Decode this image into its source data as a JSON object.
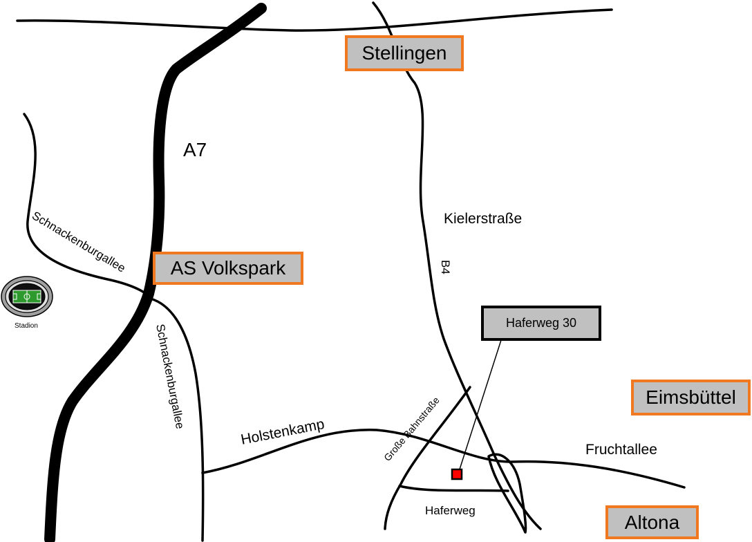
{
  "colors": {
    "district_border": "#f07820",
    "district_fill": "#c0c0c0",
    "callout_border": "#000000",
    "marker_fill": "#ff0000",
    "road": "#000000",
    "stadium_field": "#2e9a2e"
  },
  "districts": {
    "stellingen": "Stellingen",
    "as_volkspark": "AS Volkspark",
    "eimsbuettel": "Eimsbüttel",
    "altona": "Altona"
  },
  "roads": {
    "a7": "A7",
    "kielerstrasse": "Kielerstraße",
    "b4": "B4",
    "schnackenburgallee_upper": "Schnackenburgallee",
    "schnackenburgallee_lower": "Schnackenburgallee",
    "holstenkamp": "Holstenkamp",
    "grosse_bahnstrasse": "Große Bahnstraße",
    "fruchtallee": "Fruchtallee",
    "haferweg": "Haferweg"
  },
  "destination": {
    "label": "Haferweg 30",
    "marker_icon": "location-marker-icon"
  },
  "stadium": {
    "label": "Stadion",
    "icon": "stadium-icon"
  }
}
